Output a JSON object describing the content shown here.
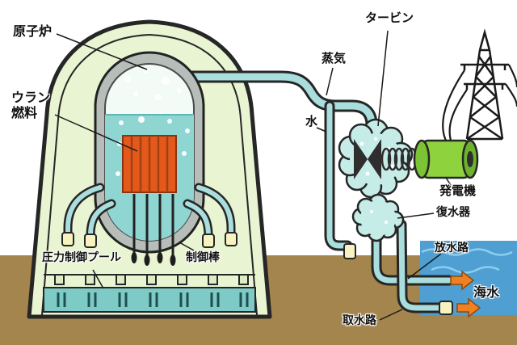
{
  "labels": {
    "reactor": "原子炉",
    "uranium_fuel": "ウラン燃料",
    "pressure_pool": "圧力制御プール",
    "control_rods": "制御棒",
    "steam": "蒸気",
    "water": "水",
    "turbine": "タービン",
    "generator": "発電機",
    "condenser": "復水器",
    "discharge_channel": "放水路",
    "seawater": "海水",
    "intake_channel": "取水路"
  },
  "colors": {
    "containment": "#e9f4d2",
    "vessel_wall": "#b7bdb9",
    "vessel_steam": "#f2fbf6",
    "vessel_water": "#8fd6d2",
    "fuel": "#e4581c",
    "pipe": "#a9dedd",
    "pool": "#7ecac6",
    "ground": "#a5854e",
    "sea": "#4f9fd2",
    "cloud": "#c6ece8",
    "generator": "#8ed23d",
    "nozzle": "#f7f3c0",
    "arrow": "#f08020"
  }
}
